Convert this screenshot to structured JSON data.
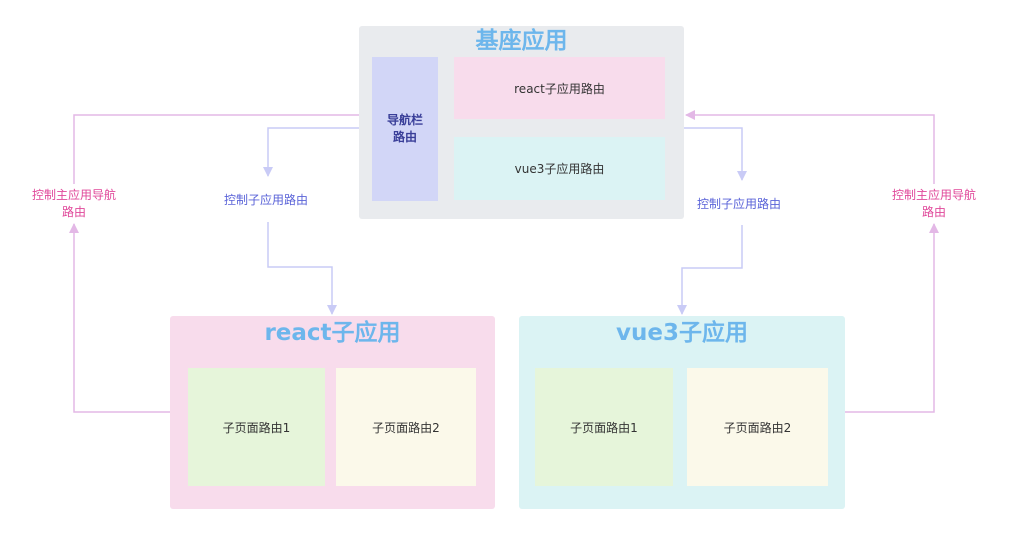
{
  "base_app": {
    "title": "基座应用",
    "nav_bar": [
      "导航栏",
      "路由"
    ],
    "react_route": "react子应用路由",
    "vue_route": "vue3子应用路由"
  },
  "react_app": {
    "title": "react子应用",
    "page1": "子页面路由1",
    "page2": "子页面路由2"
  },
  "vue_app": {
    "title": "vue3子应用",
    "page1": "子页面路由1",
    "page2": "子页面路由2"
  },
  "labels": {
    "control_sub_left": "控制子应用路由",
    "control_sub_right": "控制子应用路由",
    "control_main_left": [
      "控制主应用导航",
      "路由"
    ],
    "control_main_right": [
      "控制主应用导航",
      "路由"
    ]
  },
  "colors": {
    "base_bg": "#e9ebee",
    "nav_bg": "#d2d6f7",
    "react_bg": "#f8dcec",
    "vue_bg": "#dbf3f4",
    "page1_bg": "#e6f5da",
    "page2_bg": "#fbf9ea",
    "title": "#6db6ec",
    "purple_arrow": "#c9cbf6",
    "pink_arrow": "#e3b8e6"
  }
}
